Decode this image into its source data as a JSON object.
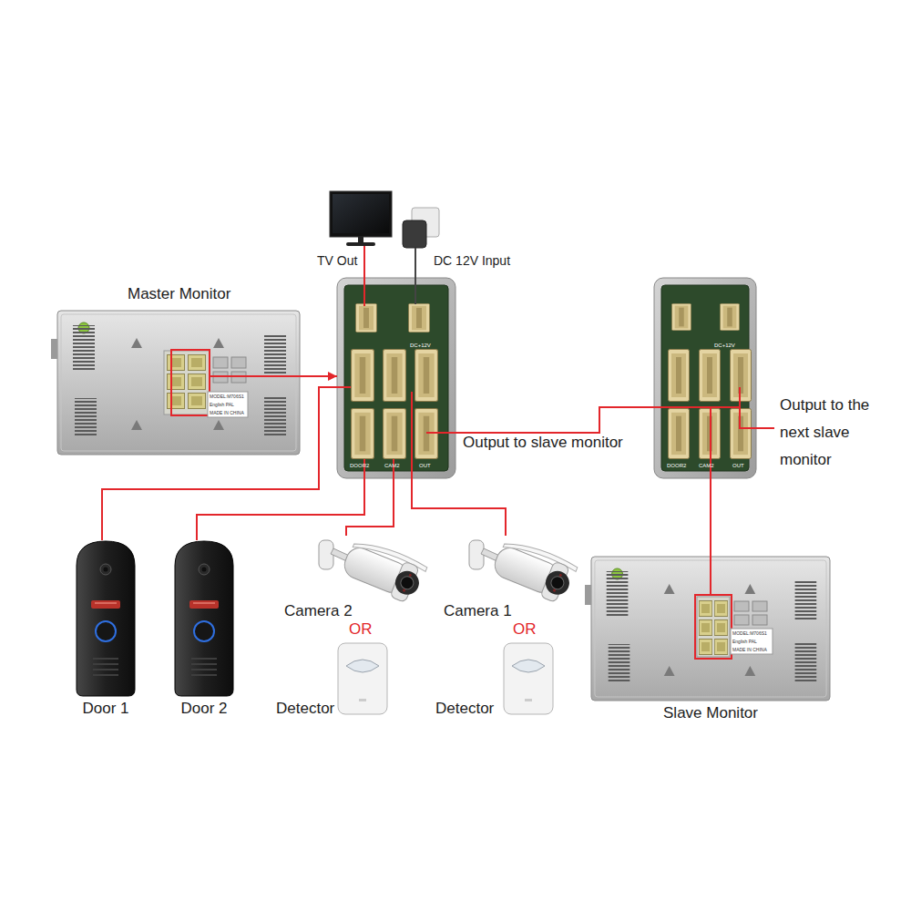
{
  "diagram": {
    "nodes": [
      {
        "text": [
          "Master Monitor"
        ]
      },
      {
        "text": [
          "TV Out"
        ]
      },
      {
        "text": [
          "DC 12V Input"
        ]
      },
      {
        "text": [
          "DC+12V",
          "DOOR2",
          "CAM2",
          "OUT"
        ]
      },
      {
        "text": [
          "DC+12V",
          "DOOR2",
          "CAM2",
          "OUT"
        ]
      },
      {
        "text": [
          "Door 1"
        ]
      },
      {
        "text": [
          "Door 2"
        ]
      },
      {
        "text": [
          "Camera 2"
        ]
      },
      {
        "text": [
          "Camera 1"
        ]
      },
      {
        "text": [
          "Detector"
        ]
      },
      {
        "text": [
          "Detector"
        ]
      },
      {
        "text": [
          "Slave Monitor"
        ]
      }
    ],
    "edges": [
      {
        "from": 0,
        "to": 3,
        "arrow": "to"
      },
      {
        "from": 3,
        "to": 1,
        "arrow": "none"
      },
      {
        "from": 3,
        "to": 2,
        "arrow": "none"
      },
      {
        "from": 3,
        "to": 4,
        "label": "Output to slave monitor",
        "arrow": "none"
      },
      {
        "from": 5,
        "to": 3,
        "arrow": "none"
      },
      {
        "from": 6,
        "to": 3,
        "arrow": "none"
      },
      {
        "from": 7,
        "to": 3,
        "arrow": "none"
      },
      {
        "from": 8,
        "to": 3,
        "arrow": "none"
      },
      {
        "from": 4,
        "to": 11,
        "arrow": "none"
      }
    ],
    "labels": [
      "OR",
      "OR",
      "Output to the next slave monitor",
      "MODEL:M706S1",
      "English PAL",
      "MADE IN CHINA",
      "MODEL:M706S1",
      "English PAL",
      "MADE IN CHINA"
    ]
  }
}
